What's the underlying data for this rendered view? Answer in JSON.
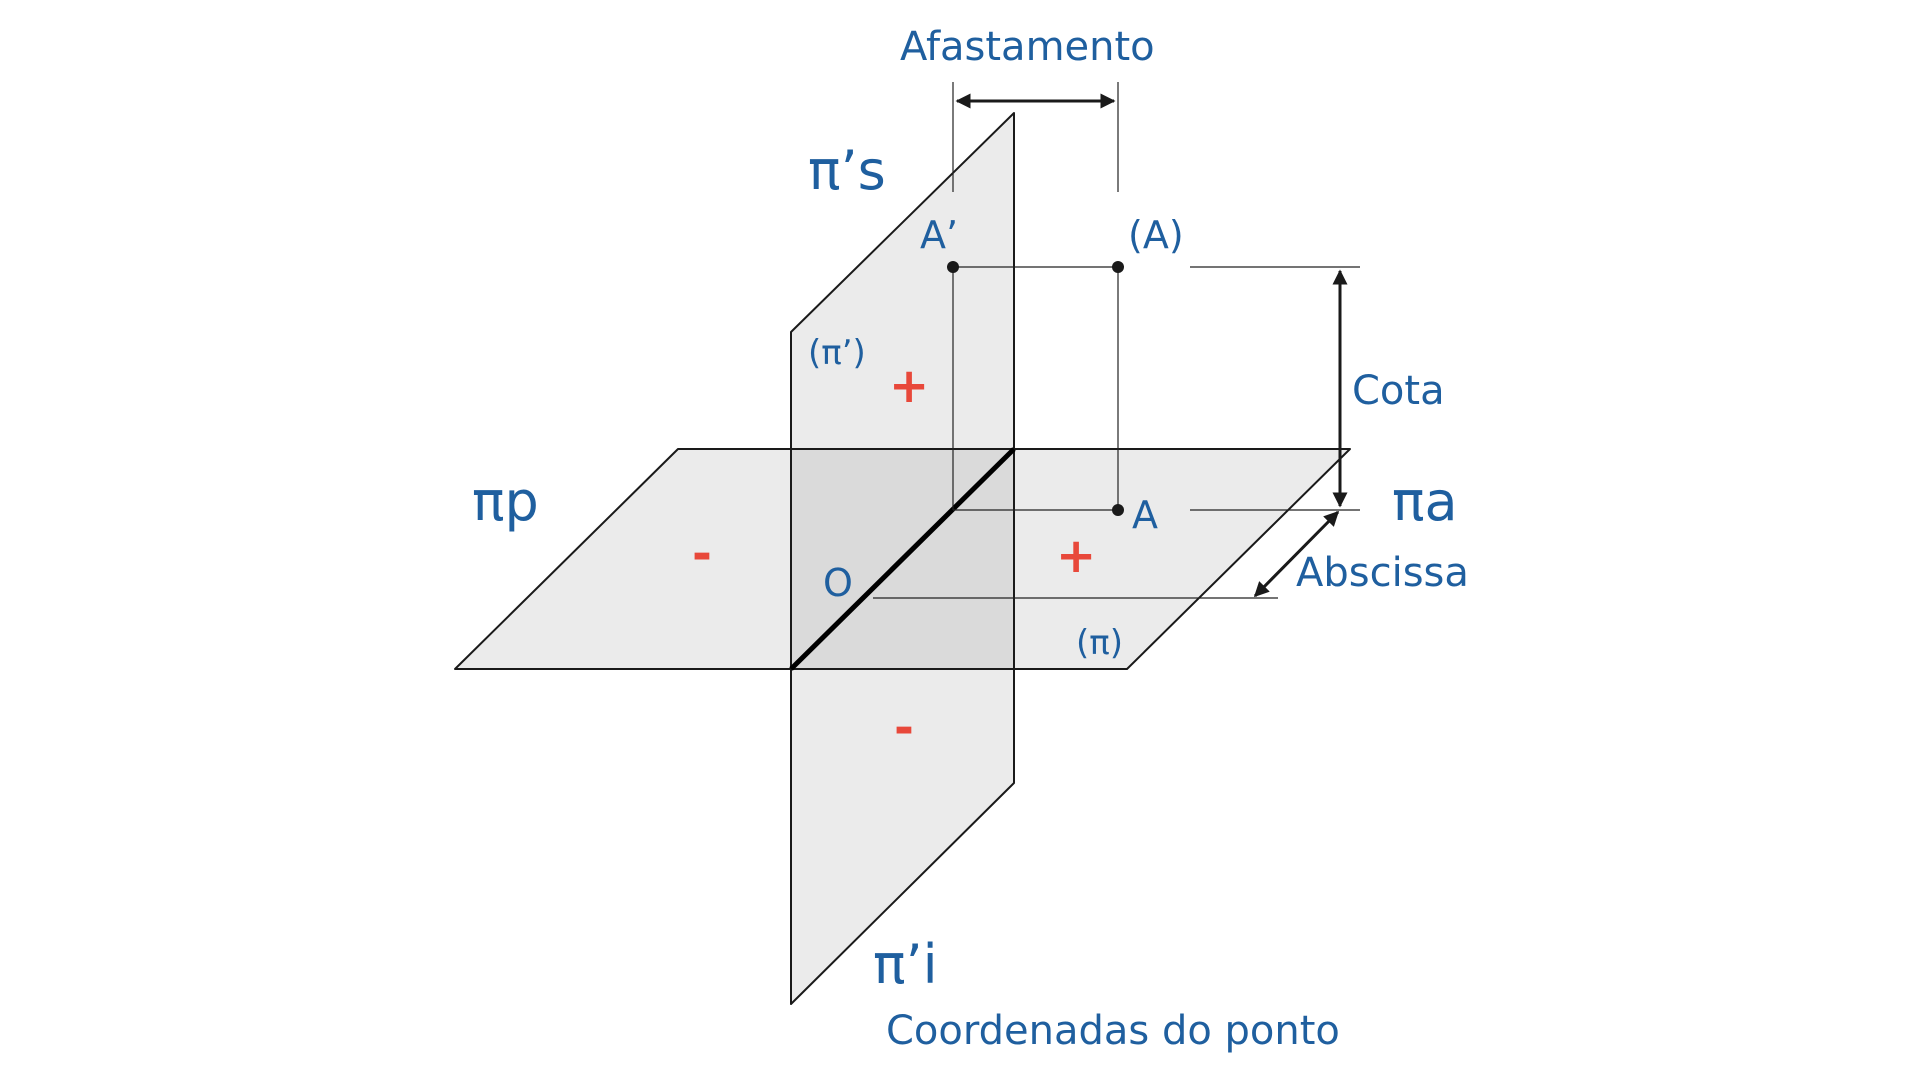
{
  "colors": {
    "label": "#1f5f9f",
    "sign": "#e8483a",
    "plane_fill": "#ebebeb",
    "overlap_fill": "#dadada",
    "line": "#1a1a1a"
  },
  "planes": {
    "upper_vertical": "π’s",
    "lower_vertical": "π’i",
    "posterior_horizontal": "πp",
    "anterior_horizontal": "πa",
    "vertical_trace": "(π’)",
    "horizontal_trace": "(π)"
  },
  "signs": {
    "upper_vertical": "+",
    "anterior_horizontal": "+",
    "posterior_horizontal": "-",
    "lower_vertical": "-"
  },
  "points": {
    "origin": "O",
    "space_point": "(A)",
    "vertical_projection": "A’",
    "horizontal_projection": "A"
  },
  "dimensions": {
    "afastamento": "Afastamento",
    "cota": "Cota",
    "abscissa": "Abscissa"
  },
  "caption": "Coordenadas do ponto"
}
